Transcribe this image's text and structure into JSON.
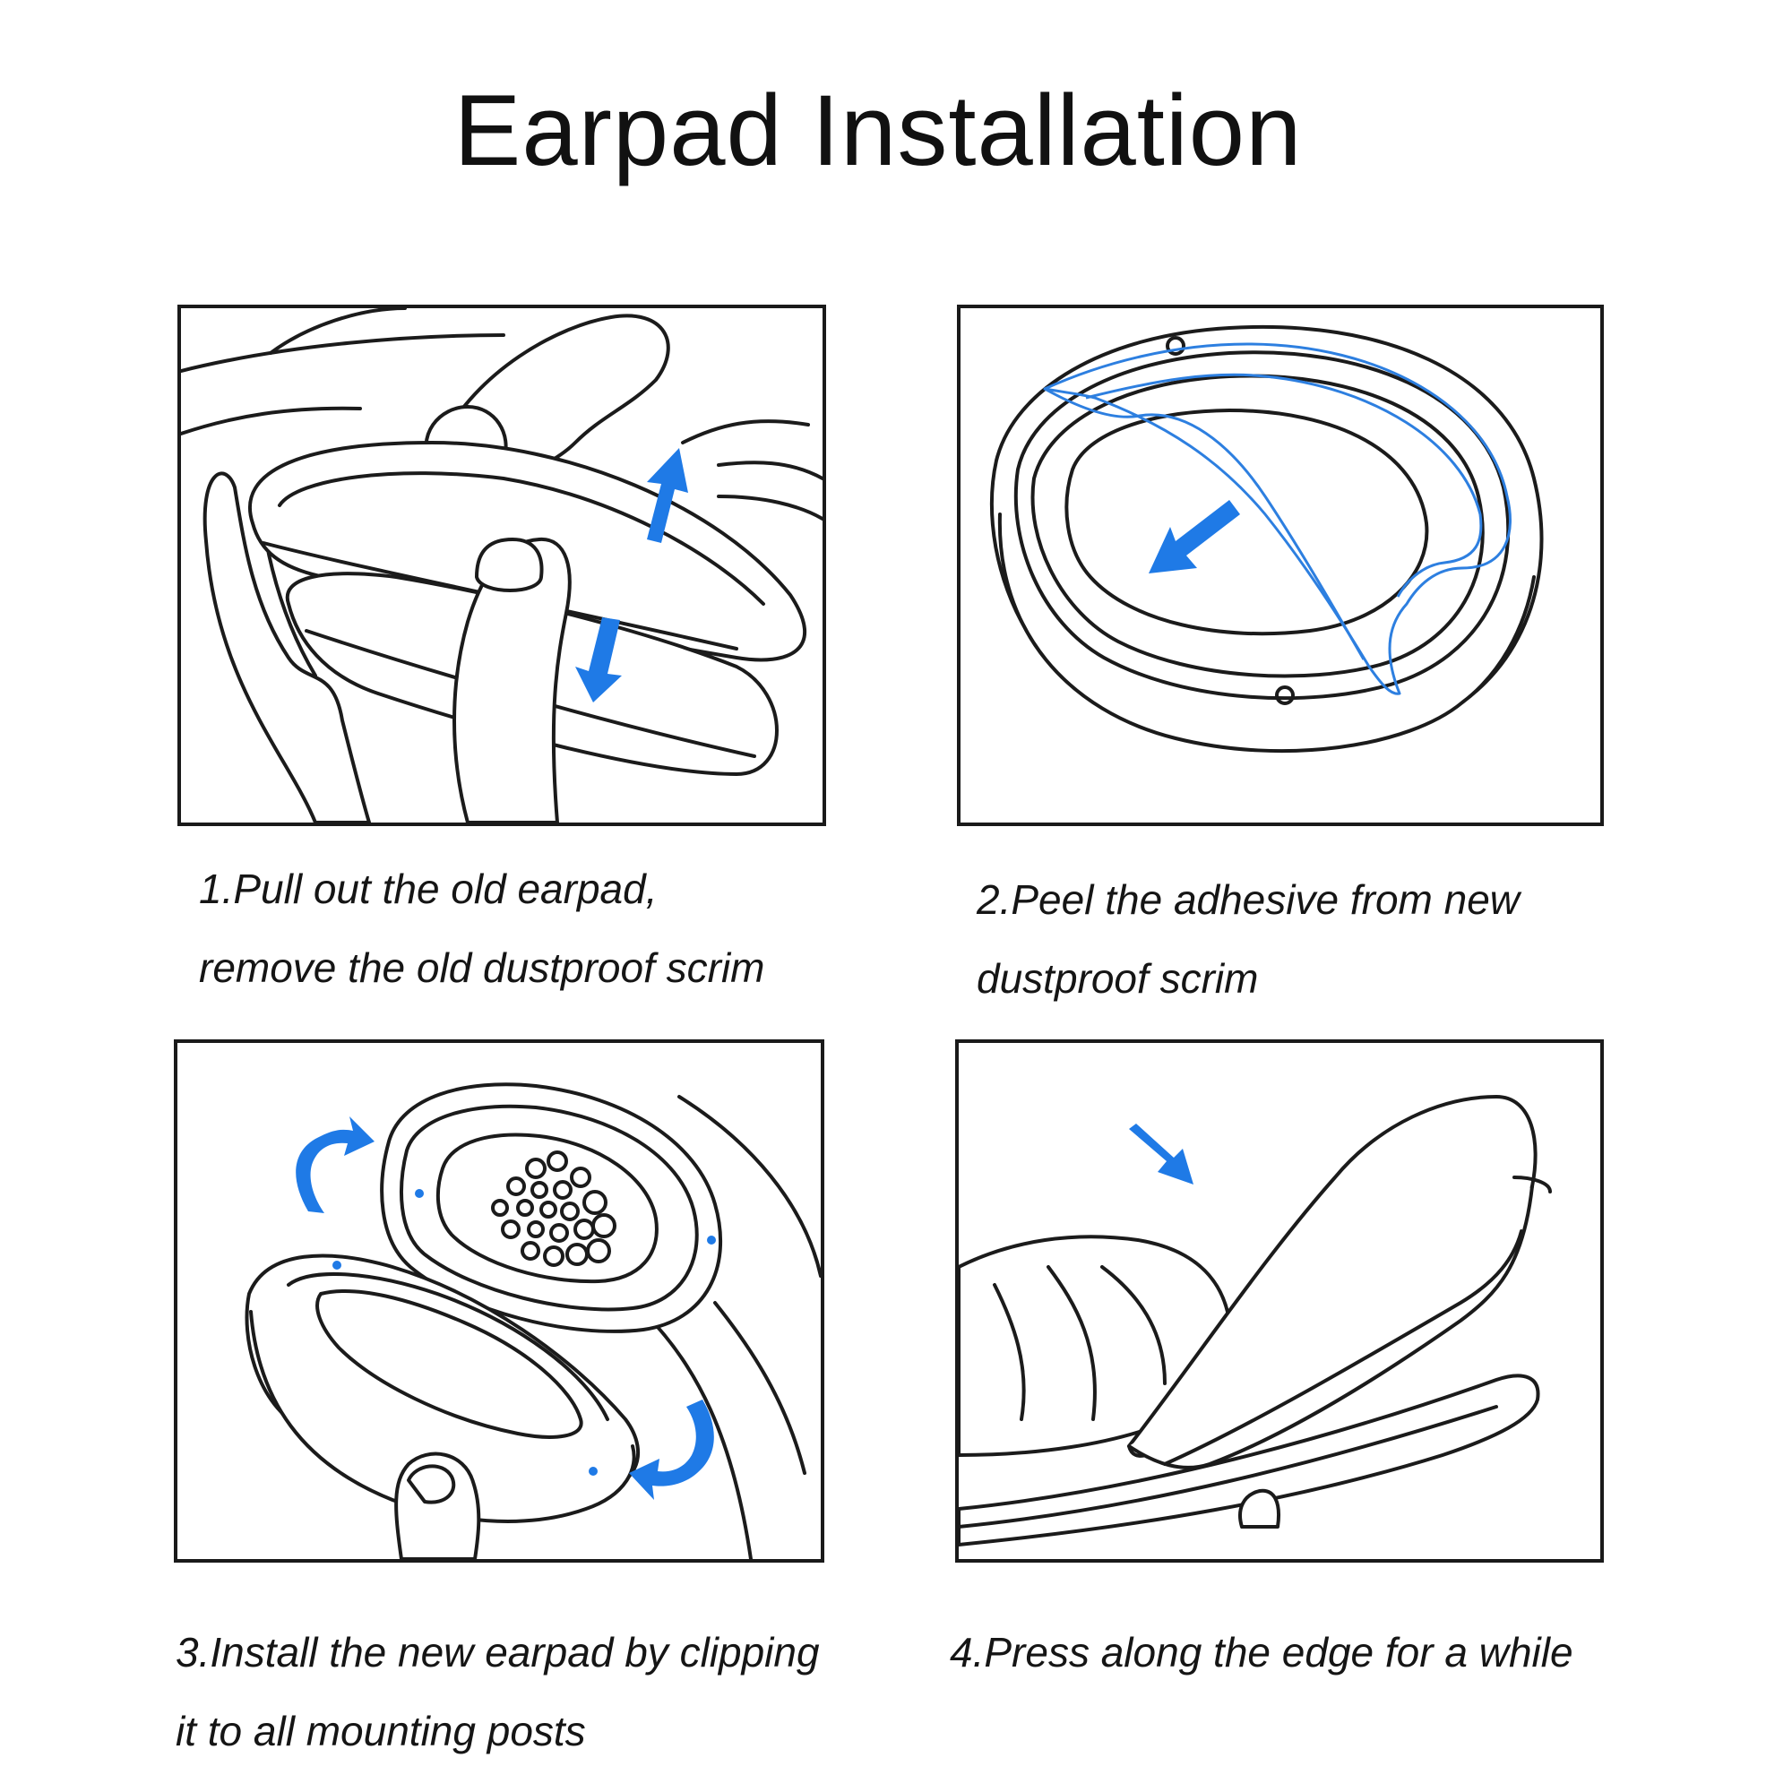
{
  "title": "Earpad Installation",
  "steps": [
    {
      "lines": [
        "1.Pull out the old earpad,",
        "remove the old dustproof scrim"
      ]
    },
    {
      "lines": [
        "2.Peel the adhesive from new",
        "dustproof scrim"
      ]
    },
    {
      "lines": [
        "3.Install the new earpad by clipping",
        "it to all mounting posts"
      ]
    },
    {
      "lines": [
        "4.Press along the edge for a while"
      ]
    }
  ],
  "colors": {
    "arrow": "#1f7ae6",
    "line_art": "#1b1b1b",
    "adhesive_outline": "#2d7fe0"
  }
}
